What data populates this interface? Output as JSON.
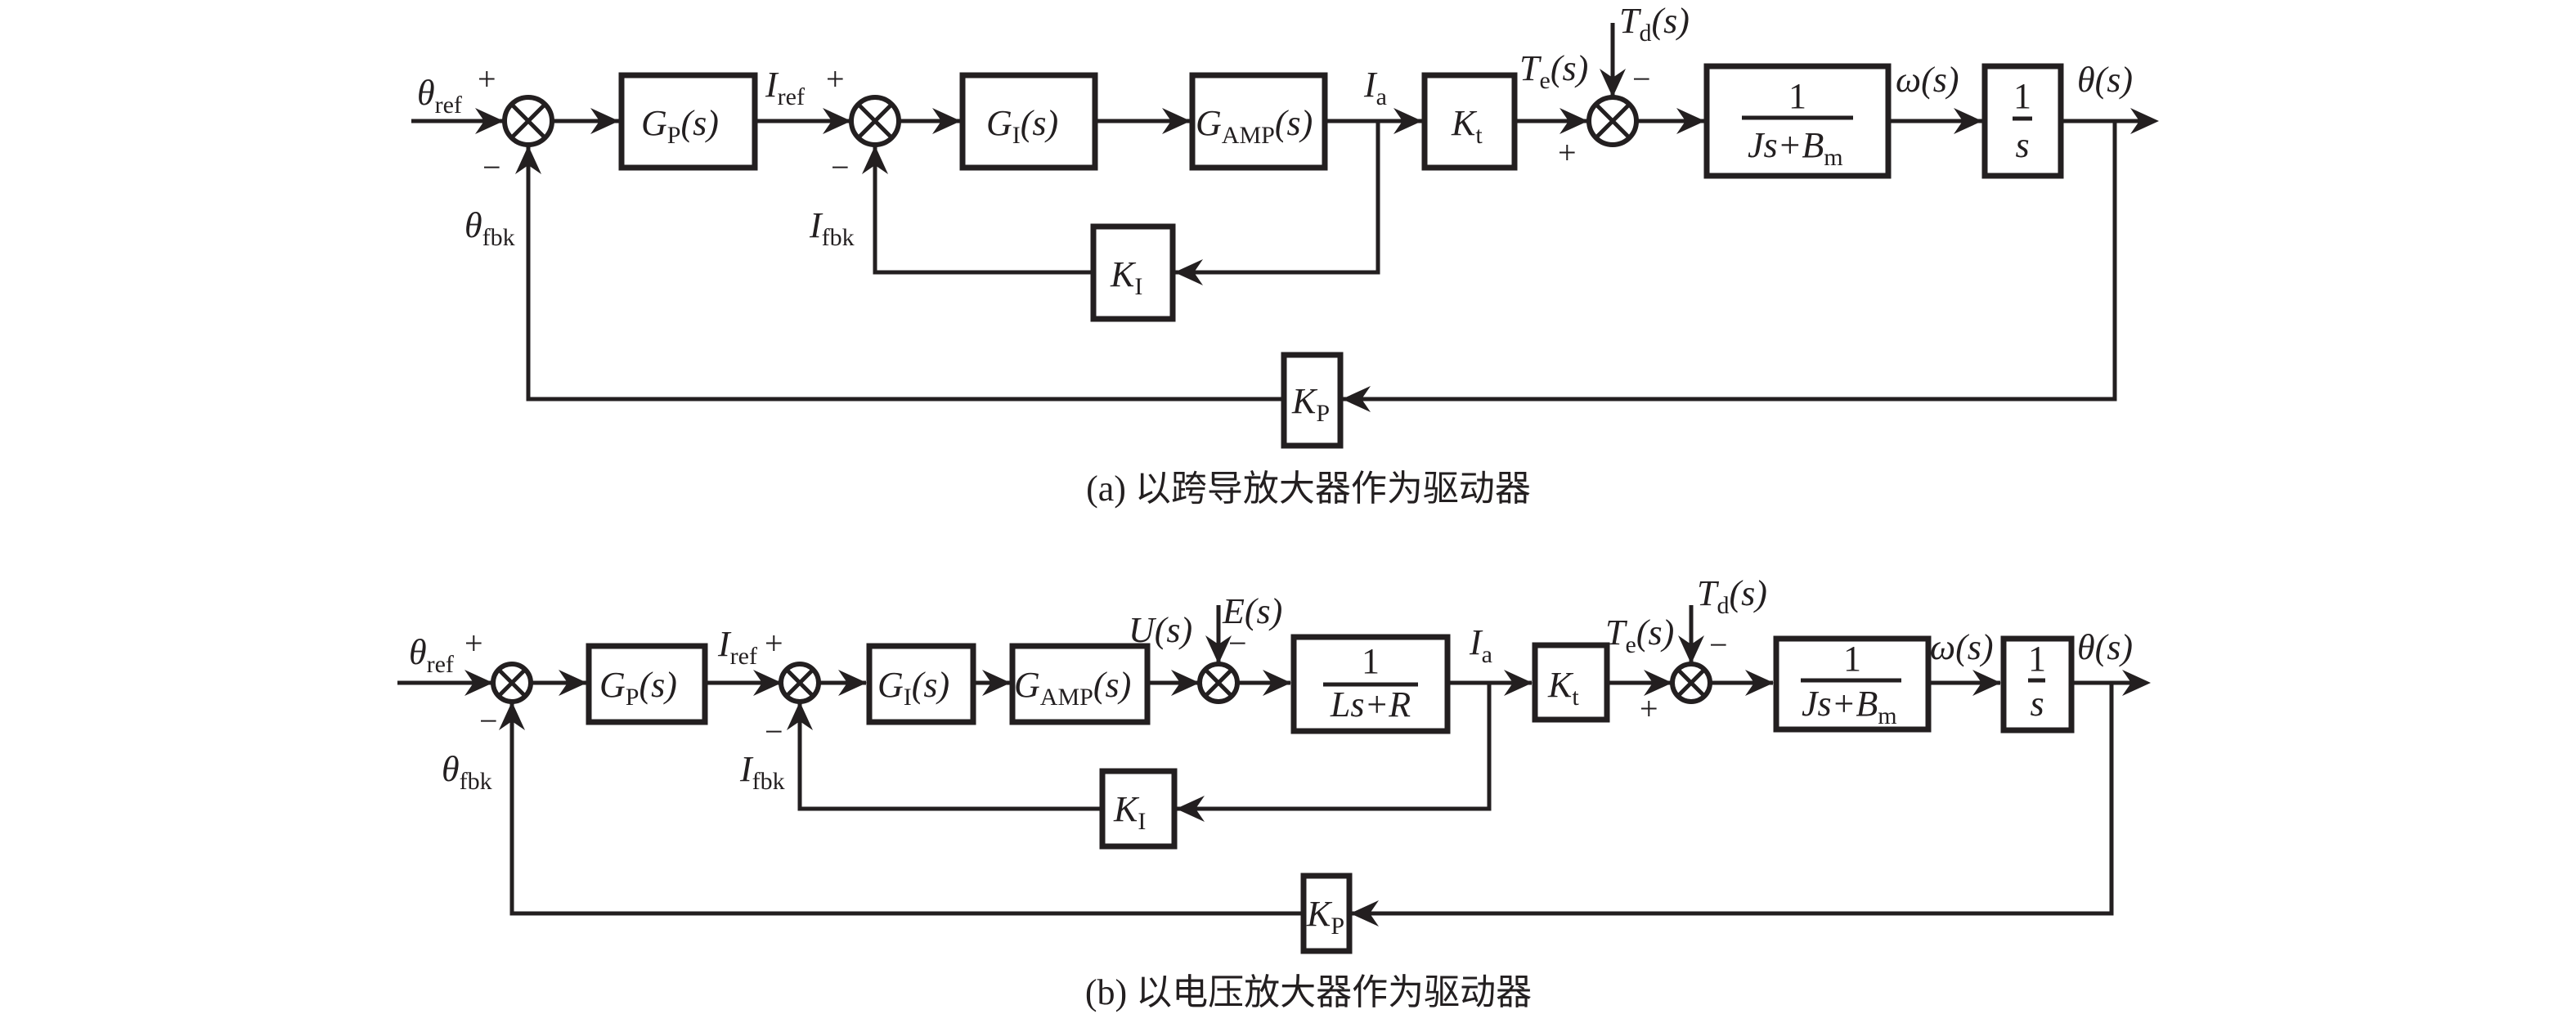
{
  "figure": {
    "panel_a": {
      "caption": "(a) 以跨导放大器作为驱动器",
      "signals": {
        "theta_ref": {
          "main": "θ",
          "sub": "ref"
        },
        "theta_fbk": {
          "main": "θ",
          "sub": "fbk"
        },
        "i_ref": {
          "main": "I",
          "sub": "ref"
        },
        "i_fbk": {
          "main": "I",
          "sub": "fbk"
        },
        "i_a": {
          "main": "I",
          "sub": "a"
        },
        "t_e": {
          "main": "T",
          "sub": "e",
          "arg": "(s)"
        },
        "t_d": {
          "main": "T",
          "sub": "d",
          "arg": "(s)"
        },
        "omega": "ω(s)",
        "theta_out": "θ(s)"
      },
      "blocks": {
        "gp": {
          "main": "G",
          "sub": "P",
          "arg": "(s)"
        },
        "gi": {
          "main": "G",
          "sub": "I",
          "arg": "(s)"
        },
        "gamp": {
          "main": "G",
          "sub": "AMP",
          "arg": "(s)"
        },
        "kt": {
          "main": "K",
          "sub": "t"
        },
        "mech": {
          "num": "1",
          "den_main": "Js+B",
          "den_sub": "m"
        },
        "integ": {
          "num": "1",
          "den": "s"
        },
        "ki": {
          "main": "K",
          "sub": "I"
        },
        "kp": {
          "main": "K",
          "sub": "P"
        }
      },
      "signs": {
        "plus": "+",
        "minus": "−"
      }
    },
    "panel_b": {
      "caption": "(b) 以电压放大器作为驱动器",
      "signals": {
        "theta_ref": {
          "main": "θ",
          "sub": "ref"
        },
        "theta_fbk": {
          "main": "θ",
          "sub": "fbk"
        },
        "i_ref": {
          "main": "I",
          "sub": "ref"
        },
        "i_fbk": {
          "main": "I",
          "sub": "fbk"
        },
        "u": "U(s)",
        "e": "E(s)",
        "i_a": {
          "main": "I",
          "sub": "a"
        },
        "t_e": {
          "main": "T",
          "sub": "e",
          "arg": "(s)"
        },
        "t_d": {
          "main": "T",
          "sub": "d",
          "arg": "(s)"
        },
        "omega": "ω(s)",
        "theta_out": "θ(s)"
      },
      "blocks": {
        "gp": {
          "main": "G",
          "sub": "P",
          "arg": "(s)"
        },
        "gi": {
          "main": "G",
          "sub": "I",
          "arg": "(s)"
        },
        "gamp": {
          "main": "G",
          "sub": "AMP",
          "arg": "(s)"
        },
        "elec": {
          "num": "1",
          "den": "Ls+R"
        },
        "kt": {
          "main": "K",
          "sub": "t"
        },
        "mech": {
          "num": "1",
          "den_main": "Js+B",
          "den_sub": "m"
        },
        "integ": {
          "num": "1",
          "den": "s"
        },
        "ki": {
          "main": "K",
          "sub": "I"
        },
        "kp": {
          "main": "K",
          "sub": "P"
        }
      },
      "signs": {
        "plus": "+",
        "minus": "−"
      }
    }
  }
}
